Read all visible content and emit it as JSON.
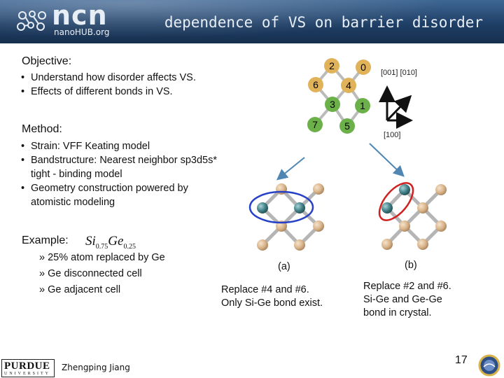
{
  "header": {
    "logo_main": "ncn",
    "logo_sub": "nanoHUB.org",
    "title": "dependence of VS on barrier disorder"
  },
  "objective": {
    "heading": "Objective:",
    "bullets": [
      "Understand how disorder affects VS.",
      "Effects of different bonds in VS."
    ]
  },
  "method": {
    "heading": "Method:",
    "bullets": [
      [
        "Strain: VFF Keating model"
      ],
      [
        "Bandstructure: Nearest neighbor sp3d5s*",
        "tight - binding model"
      ],
      [
        "Geometry construction powered by",
        "atomistic modeling"
      ]
    ]
  },
  "example": {
    "heading": "Example:",
    "formula": {
      "el1": "Si",
      "sub1": "0.75",
      "el2": "Ge",
      "sub2": "0.25"
    },
    "items": [
      "25% atom replaced by Ge",
      "Ge disconnected cell",
      "Ge adjacent cell"
    ]
  },
  "lattice": {
    "atoms": [
      {
        "label": "2",
        "color": "#e0b25a"
      },
      {
        "label": "0",
        "color": "#e0b25a"
      },
      {
        "label": "6",
        "color": "#6cb04a"
      },
      {
        "label": "4",
        "color": "#6cb04a"
      },
      {
        "label": "3",
        "color": "#e0b25a"
      },
      {
        "label": "1",
        "color": "#e0b25a"
      },
      {
        "label": "7",
        "color": "#6cb04a"
      },
      {
        "label": "5",
        "color": "#6cb04a"
      }
    ],
    "axis_top": "[001] [010]",
    "axis_bottom": "[100]"
  },
  "panels": {
    "a": {
      "tag": "(a)",
      "caption": [
        "Replace #4 and #6.",
        "Only Si-Ge bond exist."
      ]
    },
    "b": {
      "tag": "(b)",
      "caption": [
        "Replace #2 and #6.",
        "Si-Ge and Ge-Ge",
        "bond in crystal."
      ]
    }
  },
  "colors": {
    "si_atom": "#d9b48a",
    "ge_atom": "#3f7f86",
    "arrow": "#4f86b3",
    "ellipse_a": "#2740c8",
    "ellipse_b": "#d02020"
  },
  "footer": {
    "university": "PURDUE",
    "university_sub": "UNIVERSITY",
    "author": "Zhengping Jiang",
    "page": "17"
  }
}
